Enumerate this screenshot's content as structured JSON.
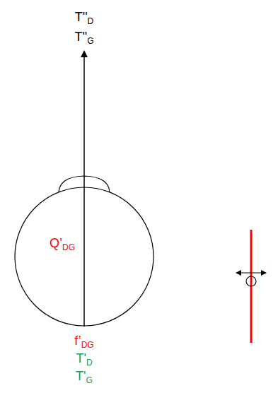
{
  "diagram": {
    "labels": [
      "T''D",
      "T''G",
      "Q’DG",
      "f’DG",
      "T'D",
      "T'G"
    ]
  }
}
